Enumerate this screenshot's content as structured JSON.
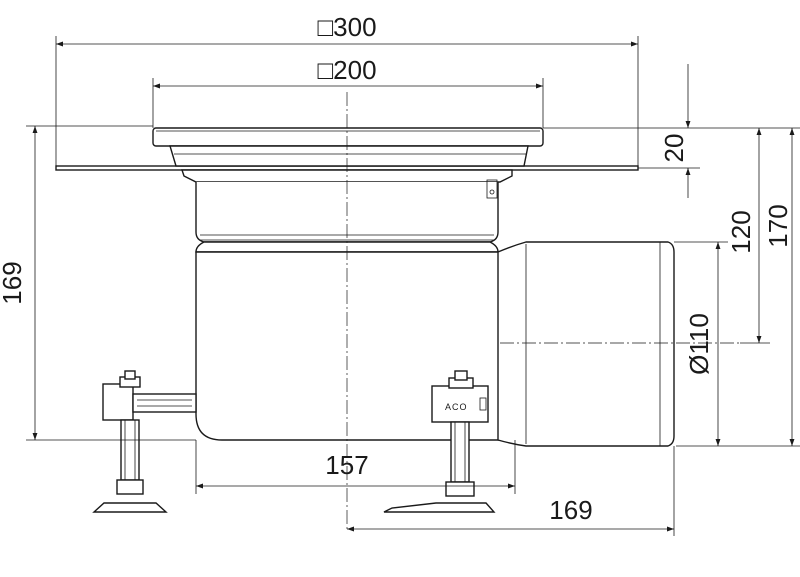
{
  "dimensions": {
    "top_outer": "□300",
    "top_inner": "□200",
    "flange_height": "20",
    "height_120": "120",
    "height_170": "170",
    "left_height": "169",
    "outlet_diameter": "Ø110",
    "body_width": "157",
    "outlet_length": "169"
  },
  "labels": {
    "brand_logo": "ACO"
  }
}
